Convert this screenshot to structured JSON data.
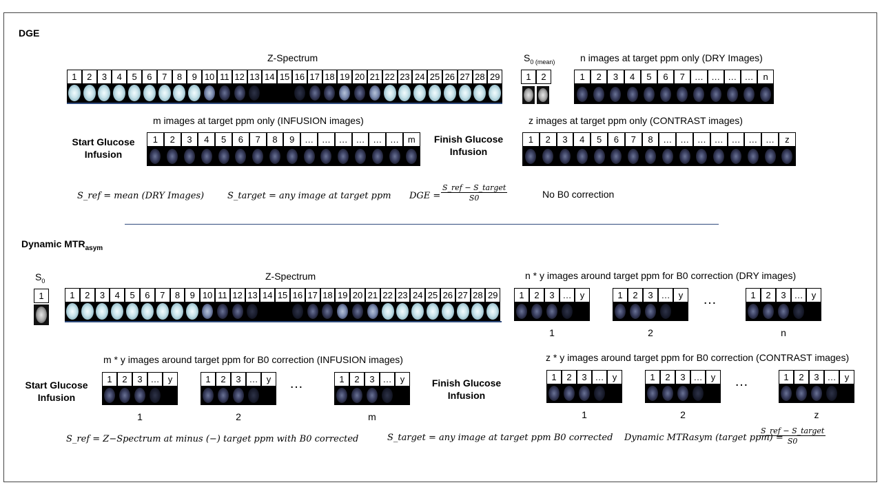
{
  "dge": {
    "title": "DGE",
    "zspectrum_label": "Z-Spectrum",
    "zspectrum_numbers": [
      "1",
      "2",
      "3",
      "4",
      "5",
      "6",
      "7",
      "8",
      "9",
      "10",
      "11",
      "12",
      "13",
      "14",
      "15",
      "16",
      "17",
      "18",
      "19",
      "20",
      "21",
      "22",
      "23",
      "24",
      "25",
      "26",
      "27",
      "28",
      "29"
    ],
    "s0_label": "S",
    "s0_sub": "0 (mean)",
    "s0_numbers": [
      "1",
      "2"
    ],
    "dry_label": "n images at target ppm only (DRY Images)",
    "dry_numbers": [
      "1",
      "2",
      "3",
      "4",
      "5",
      "6",
      "7",
      "…",
      "…",
      "…",
      "…",
      "n"
    ],
    "infusion_label": "m images at target ppm only (INFUSION  images)",
    "infusion_numbers": [
      "1",
      "2",
      "3",
      "4",
      "5",
      "6",
      "7",
      "8",
      "9",
      "…",
      "…",
      "…",
      "…",
      "…",
      "…",
      "m"
    ],
    "start_glucose": "Start Glucose Infusion",
    "finish_glucose": "Finish Glucose Infusion",
    "contrast_label": "z images at target ppm only (CONTRAST images)",
    "contrast_numbers": [
      "1",
      "2",
      "3",
      "4",
      "5",
      "6",
      "7",
      "8",
      "…",
      "…",
      "…",
      "…",
      "…",
      "…",
      "…",
      "z"
    ],
    "eq_sref": "S_ref = mean (DRY Images)",
    "eq_starget": "S_target = any image at target ppm",
    "eq_dge_lhs": "DGE =",
    "eq_dge_num": "S_ref − S_target",
    "eq_dge_den": "S0",
    "no_b0": "No B0 correction"
  },
  "mtr": {
    "title": "Dynamic  MTR",
    "title_sub": "asym",
    "s0_label": "S",
    "s0_sub": "0",
    "s0_number": "1",
    "zspectrum_label": "Z-Spectrum",
    "zspectrum_numbers": [
      "1",
      "2",
      "3",
      "4",
      "5",
      "6",
      "7",
      "8",
      "9",
      "10",
      "11",
      "12",
      "13",
      "14",
      "15",
      "16",
      "17",
      "18",
      "19",
      "20",
      "21",
      "22",
      "23",
      "24",
      "25",
      "26",
      "27",
      "28",
      "29"
    ],
    "dry_label": "n * y images around target ppm for B0 correction (DRY images)",
    "infusion_label": "m * y images around target ppm for B0 correction (INFUSION  images)",
    "contrast_label": "z * y images around target ppm for B0 correction (CONTRAST images)",
    "group_numbers": [
      "1",
      "2",
      "3",
      "…",
      "y"
    ],
    "dry_groups": [
      "1",
      "2",
      "n"
    ],
    "infusion_groups": [
      "1",
      "2",
      "m"
    ],
    "contrast_groups": [
      "1",
      "2",
      "z"
    ],
    "ellipsis": "…",
    "start_glucose": "Start Glucose Infusion",
    "finish_glucose": "Finish Glucose Infusion",
    "eq_sref": "S_ref = Z−Spectrum at minus (−) target ppm with B0 corrected",
    "eq_starget": "S_target = any image at target ppm B0 corrected",
    "eq_mtr_lhs": "Dynamic MTRasym (target ppm) =",
    "eq_mtr_num": "S_ref − S_target",
    "eq_mtr_den": "S0"
  }
}
